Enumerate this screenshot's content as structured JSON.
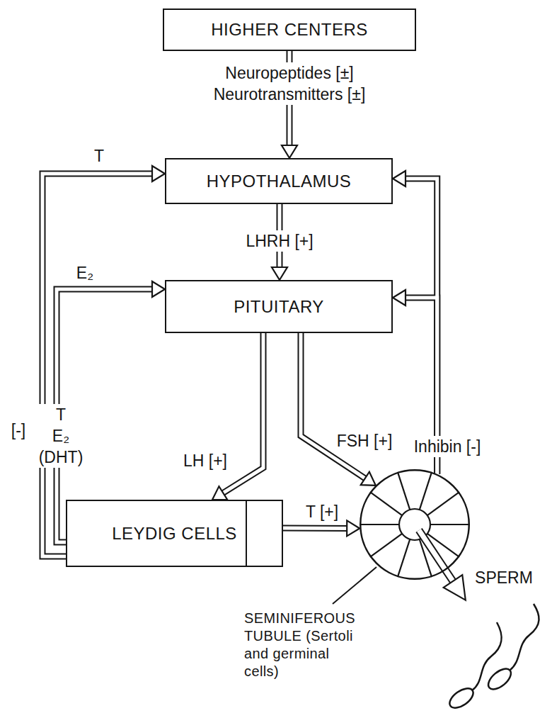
{
  "diagram": {
    "nodes": [
      {
        "text": [
          "HIGHER CENTERS"
        ]
      },
      {
        "text": [
          "HYPOTHALAMUS"
        ]
      },
      {
        "text": [
          "PITUITARY"
        ]
      },
      {
        "text": [
          "LEYDIG CELLS"
        ]
      },
      {
        "text": [
          "SEMINIFEROUS TUBULE (Sertoli and germinal cells)"
        ]
      }
    ],
    "edges": [
      {
        "from": 0,
        "to": 1,
        "arrow": "to",
        "label": "Neuropeptides [±] Neurotransmitters [±]"
      },
      {
        "from": 1,
        "to": 2,
        "arrow": "to",
        "label": "LHRH [+]"
      },
      {
        "from": 2,
        "to": 3,
        "arrow": "to",
        "label": "LH [+]"
      },
      {
        "from": 2,
        "to": 4,
        "arrow": "to",
        "label": "FSH [+]"
      },
      {
        "from": 3,
        "to": 4,
        "arrow": "to",
        "label": "T [+]"
      },
      {
        "from": 3,
        "to": 1,
        "arrow": "to",
        "label": "T"
      },
      {
        "from": 3,
        "to": 2,
        "arrow": "to",
        "label": "E₂"
      },
      {
        "from": 4,
        "to": 1,
        "arrow": "to"
      },
      {
        "from": 4,
        "to": 2,
        "arrow": "to"
      }
    ],
    "labels": [
      "[-]",
      "T",
      "E₂",
      "(DHT)",
      "Inhibin [-]",
      "SPERM"
    ]
  }
}
